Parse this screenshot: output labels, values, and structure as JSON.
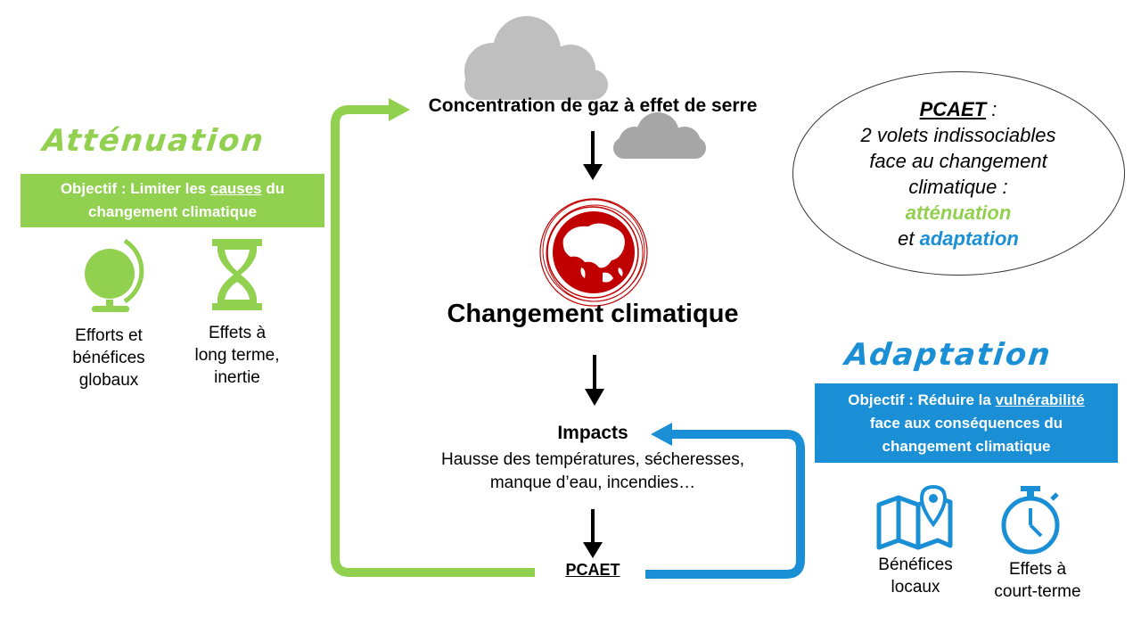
{
  "attenuation": {
    "heading": "Atténuation",
    "objective_prefix": "Objectif : Limiter les ",
    "objective_underlined": "causes",
    "objective_suffix": " du",
    "objective_line2": "changement climatique",
    "icons": [
      {
        "icon": "globe-icon",
        "caption_lines": [
          "Efforts et",
          "bénéfices",
          "globaux"
        ]
      },
      {
        "icon": "hourglass-icon",
        "caption_lines": [
          "Effets à",
          "long terme,",
          "inertie"
        ]
      }
    ],
    "color": "#92d050"
  },
  "adaptation": {
    "heading": "Adaptation",
    "objective_prefix": "Objectif : Réduire la ",
    "objective_underlined": "vulnérabilité",
    "objective_line2": "face aux conséquences du",
    "objective_line3": "changement climatique",
    "icons": [
      {
        "icon": "map-pin-icon",
        "caption_lines": [
          "Bénéfices",
          "locaux"
        ]
      },
      {
        "icon": "stopwatch-icon",
        "caption_lines": [
          "Effets à",
          "court-terme"
        ]
      }
    ],
    "color": "#1a8fd6"
  },
  "center": {
    "concentration": "Concentration de gaz à effet de serre",
    "changement": "Changement climatique",
    "impacts_title": "Impacts",
    "impacts_line1": "Hausse des températures, sécheresses,",
    "impacts_line2": "manque d’eau, incendies…",
    "pcaet": "PCAET",
    "globe_color": "#c00000"
  },
  "ellipse": {
    "pcaet": "PCAET",
    "colon": " :",
    "line1": "2 volets indissociables",
    "line2": "face au changement",
    "line3": "climatique :",
    "attenuation": "atténuation",
    "et": "et ",
    "adaptation": "adaptation"
  }
}
